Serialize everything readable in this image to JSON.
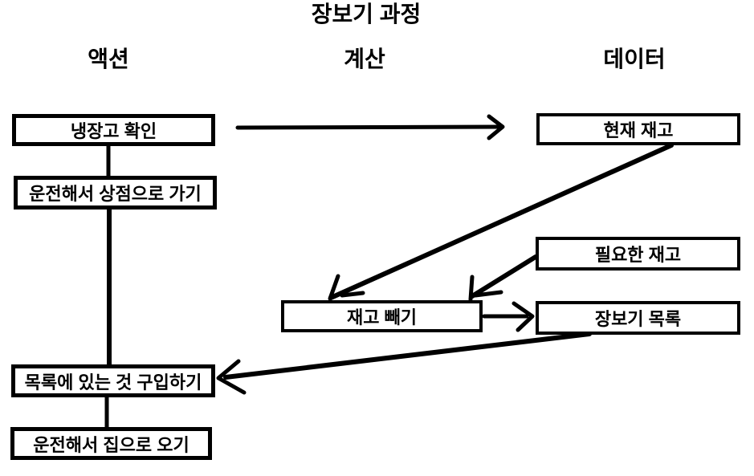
{
  "title": "장보기 과정",
  "columns": {
    "action": "액션",
    "calculation": "계산",
    "data": "데이터"
  },
  "nodes": {
    "check_fridge": "냉장고 확인",
    "drive_to_store": "운전해서 상점으로 가기",
    "buy_list_items": "목록에 있는 것 구입하기",
    "drive_home": "운전해서 집으로 오기",
    "subtract_stock": "재고 빼기",
    "current_stock": "현재 재고",
    "needed_stock": "필요한 재고",
    "shopping_list": "장보기 목록"
  },
  "colors": {
    "ink": "#000000",
    "background": "#ffffff"
  }
}
